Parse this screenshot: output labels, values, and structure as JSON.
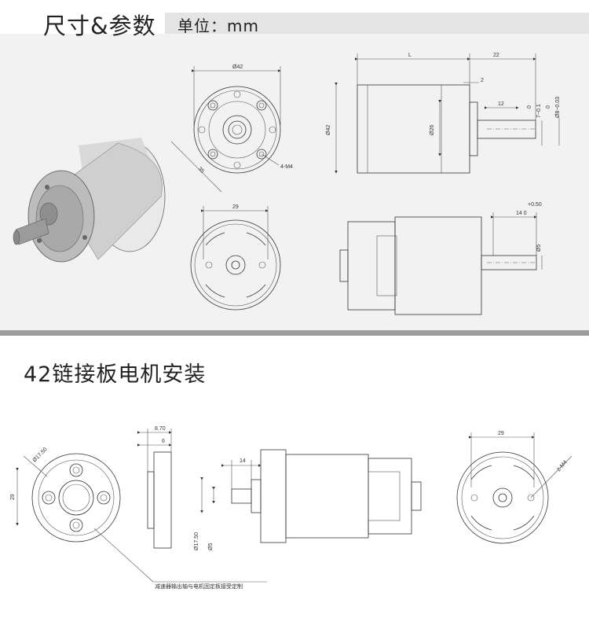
{
  "header": {
    "title": "尺寸&参数",
    "unit": "单位：mm"
  },
  "section2": {
    "title": "42链接板电机安装"
  },
  "dims_top": {
    "front_dia": "Ø42",
    "front_pcd": "35",
    "front_holes": "4-M4",
    "side_L": "L",
    "side_22": "22",
    "side_2": "2",
    "side_12": "12",
    "side_dia42": "Ø42",
    "side_dia26": "Ø26",
    "tol_a": "0",
    "tol_b": "7−0.1",
    "tol_c": "0",
    "tol_d": "Ø8−0.03",
    "rear_29": "29",
    "motor_tol": "+0.50",
    "motor_14": "14  0",
    "motor_dia5": "Ø5"
  },
  "dims_bottom": {
    "plate_dia": "Ø17.50",
    "plate_29": "29",
    "thick_870": "8.70",
    "thick_6": "6",
    "assy_14": "14",
    "assy_dia1750": "Ø17.50",
    "assy_dia5": "Ø5",
    "rear_29": "29",
    "rear_holes": "2-M4",
    "note": "减速器输出轴与电机固定板接受定制"
  }
}
